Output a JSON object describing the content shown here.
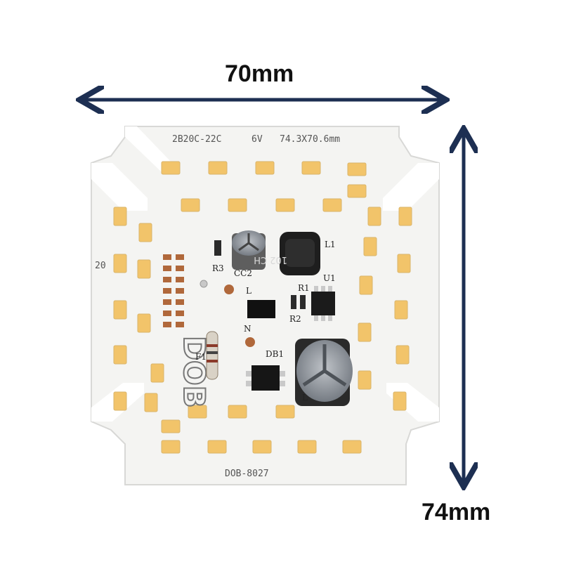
{
  "dimensions": {
    "width_label": "70mm",
    "height_label": "74mm",
    "arrow_color": "#1d2f52"
  },
  "board": {
    "model_top": "2B20C-22C",
    "voltage": "6V",
    "size_text": "74.3X70.6mm",
    "model_bottom": "DOB-8027",
    "side_number": "20",
    "logo_text": "DOB",
    "pcb_color": "#f4f4f2",
    "led_color": "#f2c46a",
    "component_labels": {
      "r3": "R3",
      "cc2": "CC2",
      "l_in": "L",
      "n_in": "N",
      "f1": "F1",
      "db1": "DB1",
      "l1": "L1",
      "u1": "U1",
      "r1": "R1",
      "r2": "R2",
      "cap_l": "L",
      "inductor_marking": "102 CH"
    }
  }
}
